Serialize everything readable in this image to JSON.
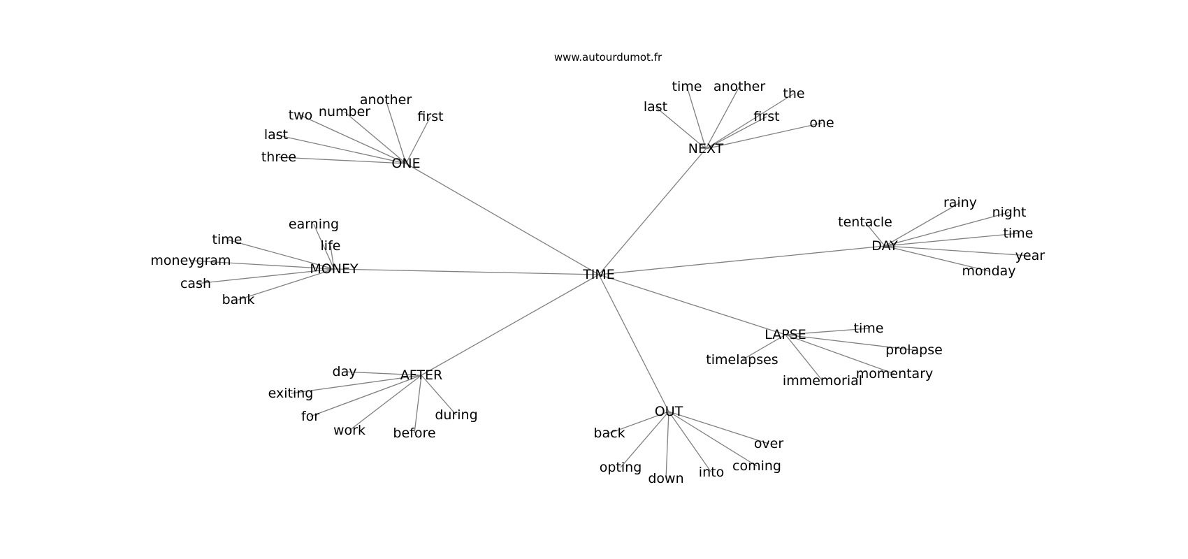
{
  "site": "www.autourdumot.fr",
  "colors": {
    "background": "#ffffff",
    "edge": "#808080",
    "text": "#000000"
  },
  "graph": {
    "root": "TIME",
    "branches": [
      {
        "hub": "ONE",
        "leaves": [
          "another",
          "number",
          "two",
          "first",
          "last",
          "three"
        ]
      },
      {
        "hub": "NEXT",
        "leaves": [
          "time",
          "another",
          "last",
          "the",
          "first",
          "one"
        ]
      },
      {
        "hub": "DAY",
        "leaves": [
          "rainy",
          "night",
          "tentacle",
          "time",
          "year",
          "monday"
        ]
      },
      {
        "hub": "MONEY",
        "leaves": [
          "earning",
          "life",
          "time",
          "moneygram",
          "cash",
          "bank"
        ]
      },
      {
        "hub": "LAPSE",
        "leaves": [
          "time",
          "timelapses",
          "prolapse",
          "momentary",
          "immemorial"
        ]
      },
      {
        "hub": "AFTER",
        "leaves": [
          "day",
          "exiting",
          "for",
          "during",
          "work",
          "before"
        ]
      },
      {
        "hub": "OUT",
        "leaves": [
          "back",
          "over",
          "coming",
          "opting",
          "into",
          "down"
        ]
      }
    ]
  }
}
